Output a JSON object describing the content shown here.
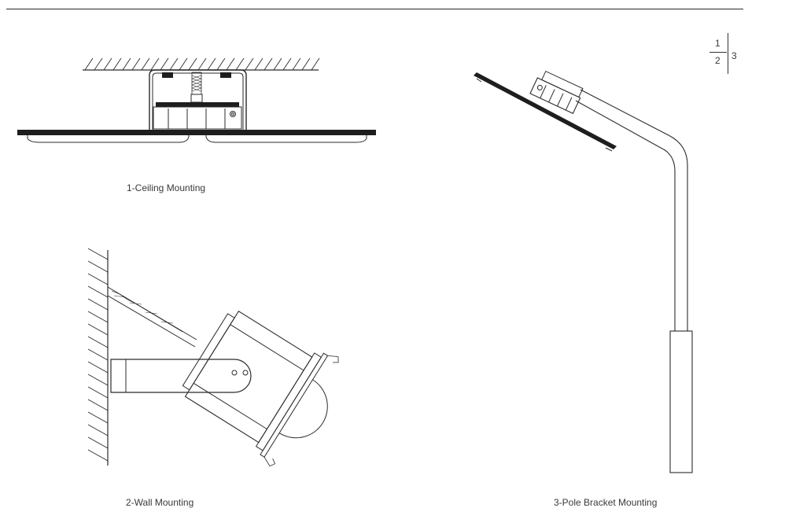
{
  "captions": {
    "ceiling": "1-Ceiling Mounting",
    "wall": "2-Wall Mounting",
    "pole": "3-Pole Bracket Mounting"
  },
  "legend": {
    "top_left": "1",
    "bottom_left": "2",
    "right": "3"
  },
  "colors": {
    "line": "#2b2b2b",
    "text": "#3a3a3a",
    "background": "#ffffff"
  }
}
